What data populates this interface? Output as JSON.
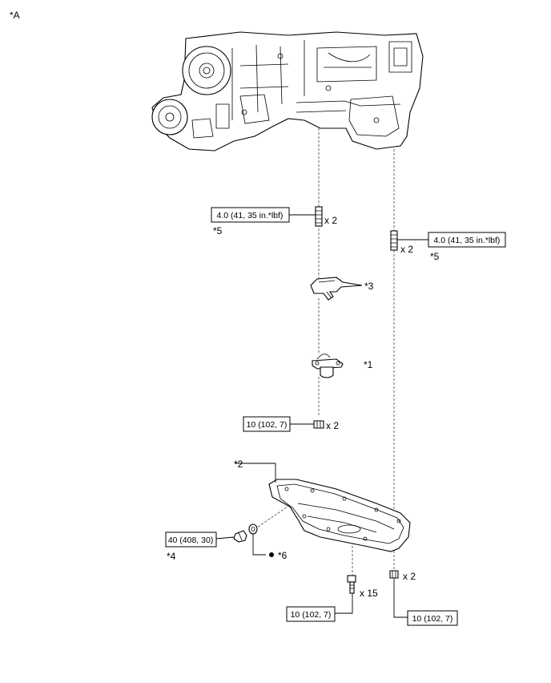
{
  "view_label": "*A",
  "callouts": {
    "c1": "*1",
    "c2": "*2",
    "c3": "*3",
    "c4": "*4",
    "c5_left": "*5",
    "c5_right": "*5",
    "c6": "*6"
  },
  "torques": {
    "stud_left": "4.0 (41, 35 in.*lbf)",
    "stud_right": "4.0 (41, 35 in.*lbf)",
    "nut_upper": "10 (102, 7)",
    "drain_plug": "40 (408, 30)",
    "bolt_pan": "10 (102, 7)",
    "nut_pan": "10 (102, 7)"
  },
  "quantities": {
    "stud_left": "x 2",
    "stud_right": "x 2",
    "nut_upper": "x 2",
    "bolt_pan": "x 15",
    "nut_pan": "x 2"
  },
  "icons": {
    "non_reusable_mark": "filled-dot"
  }
}
